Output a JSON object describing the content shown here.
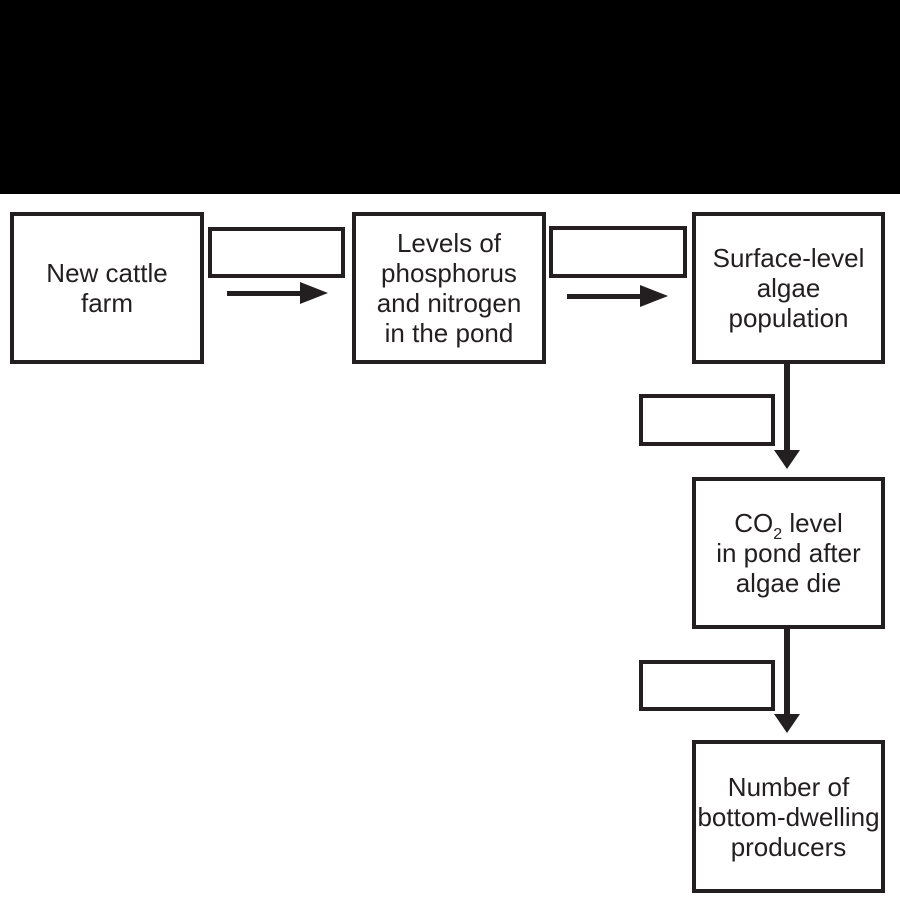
{
  "page": {
    "background": "#ffffff"
  },
  "top_bar": {
    "color": "#000000"
  },
  "diagram": {
    "stroke_color": "#231f20",
    "nodes": [
      {
        "id": "new-cattle-farm",
        "lines": [
          "New cattle",
          "farm"
        ]
      },
      {
        "id": "phosphorus-nitrogen-levels",
        "lines": [
          "Levels of",
          "phosphorus",
          "and nitrogen",
          "in the pond"
        ]
      },
      {
        "id": "surface-algae-population",
        "lines": [
          "Surface-level",
          "algae",
          "population"
        ]
      },
      {
        "id": "co2-level",
        "line1_prefix": "CO",
        "line1_sub": "2",
        "line1_suffix": " level",
        "lines": [
          "in pond after",
          "algae die"
        ]
      },
      {
        "id": "bottom-dwelling-producers",
        "lines": [
          "Number of",
          "bottom-dwelling",
          "producers"
        ]
      }
    ],
    "answer_boxes": [
      {
        "id": "answer-box-1",
        "value": ""
      },
      {
        "id": "answer-box-2",
        "value": ""
      },
      {
        "id": "answer-box-3",
        "value": ""
      },
      {
        "id": "answer-box-4",
        "value": ""
      }
    ],
    "connectors": [
      {
        "from": "new-cattle-farm",
        "to": "phosphorus-nitrogen-levels",
        "direction": "right"
      },
      {
        "from": "phosphorus-nitrogen-levels",
        "to": "surface-algae-population",
        "direction": "right"
      },
      {
        "from": "surface-algae-population",
        "to": "co2-level",
        "direction": "down"
      },
      {
        "from": "co2-level",
        "to": "bottom-dwelling-producers",
        "direction": "down"
      }
    ]
  }
}
